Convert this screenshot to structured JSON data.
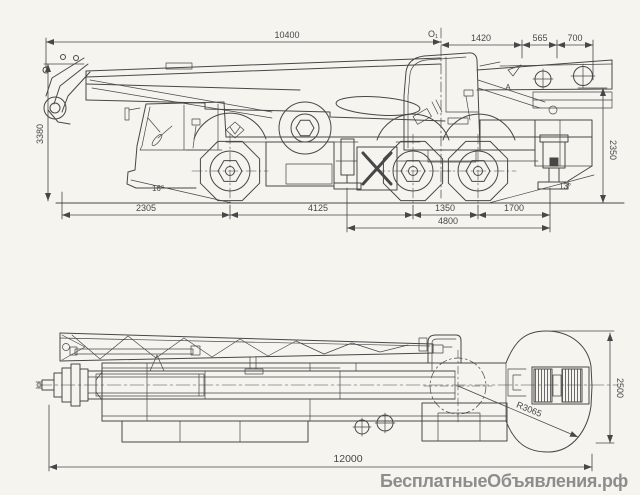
{
  "colors": {
    "background": "#f6f4ef",
    "line": "#474747",
    "watermark": "#8d8d8d"
  },
  "side_view": {
    "dims": {
      "boom_length": "10400",
      "axis_point": "O₁",
      "axis_to_jib": "1420",
      "jib_hole_spacing": "565",
      "jib_end": "700",
      "overall_height": "3380",
      "rear_height": "2350",
      "front_overhang": "2305",
      "wheelbase": "4125",
      "rear_axle_spacing": "1350",
      "rear_overhang": "1700",
      "outrigger_base": "4800",
      "approach_angle": "16°",
      "departure_angle": "13°",
      "point_label": "A"
    }
  },
  "plan_view": {
    "dims": {
      "overall_length": "12000",
      "overall_width": "2500",
      "tail_radius": "R3065"
    }
  },
  "watermark": {
    "text": "БесплатныеОбъявления.рф"
  }
}
